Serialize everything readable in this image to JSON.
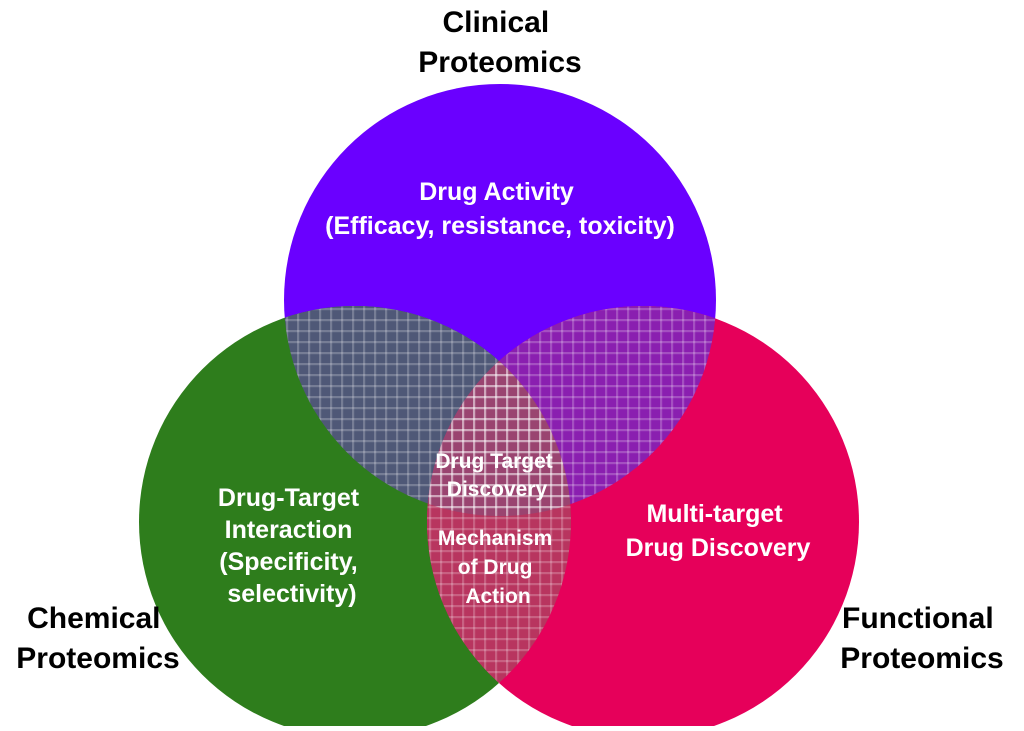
{
  "diagram": {
    "circles": {
      "clinical": {
        "color": "#6a00ff"
      },
      "chemical": {
        "color": "#2e7d1c"
      },
      "functional": {
        "color": "#e6005a"
      }
    },
    "overlap_colors": {
      "clinical_chemical": "#4f5877",
      "clinical_functional": "#8a1fb0",
      "chemical_functional": "#b8355f",
      "center": "#9a4470"
    },
    "labels": {
      "clinical": [
        "Clinical",
        "Proteomics"
      ],
      "chemical": [
        "Chemical",
        "Proteomics"
      ],
      "functional": [
        "Functional",
        "Proteomics"
      ]
    },
    "regions": {
      "clinical": [
        "Drug Activity",
        "(Efficacy, resistance, toxicity)"
      ],
      "chemical": [
        "Drug-Target",
        "Interaction",
        "(Specificity,",
        "selectivity)"
      ],
      "functional": [
        "Multi-target",
        "Drug Discovery"
      ],
      "center_top": [
        "Drug Target",
        "Discovery"
      ],
      "center_bottom": [
        "Mechanism",
        "of Drug",
        "Action"
      ]
    }
  }
}
